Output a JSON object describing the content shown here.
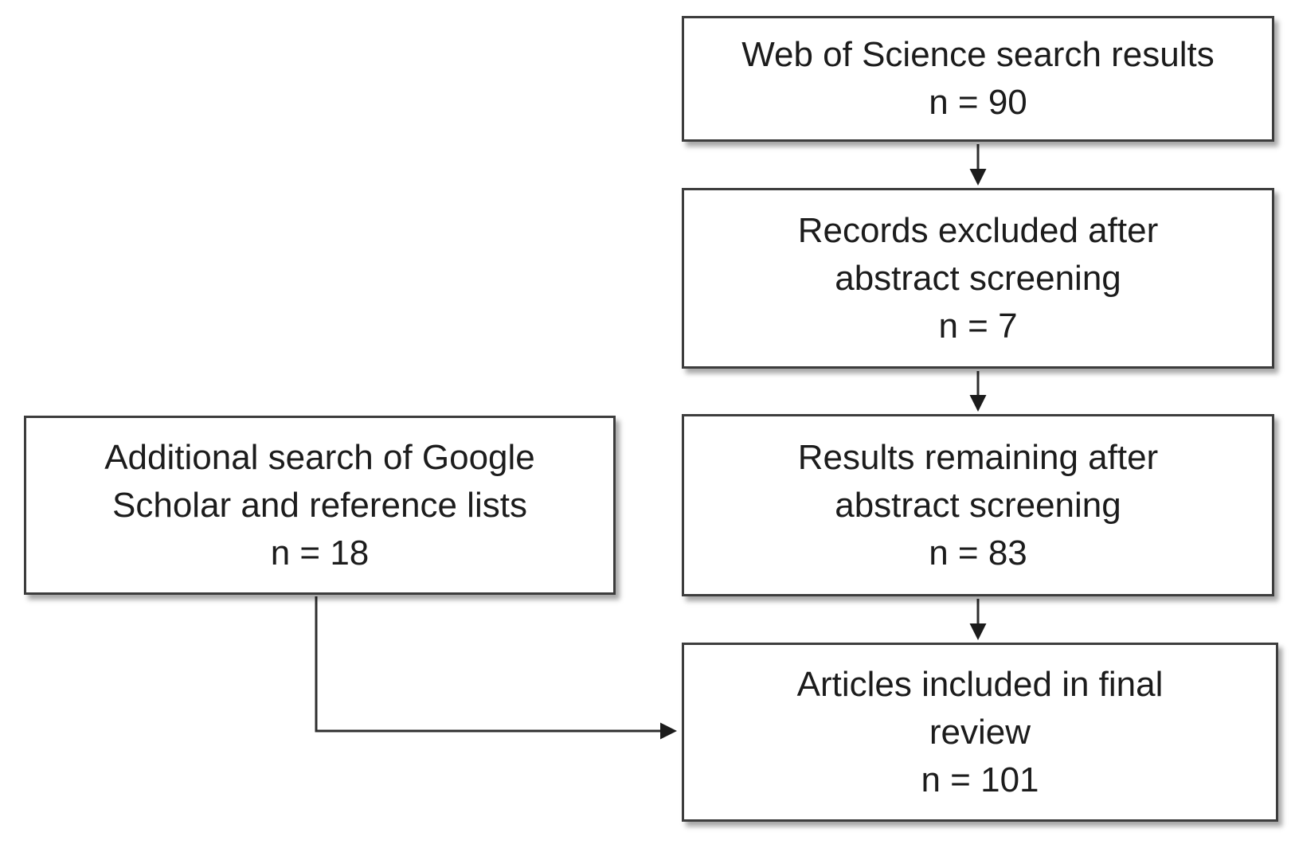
{
  "diagram": {
    "type": "flowchart",
    "boxes": [
      {
        "id": "web-of-science",
        "label": "Web of Science search results",
        "count": "n = 90",
        "n": 90
      },
      {
        "id": "records-excluded",
        "label": "Records excluded after\nabstract screening",
        "count": "n = 7",
        "n": 7
      },
      {
        "id": "results-remaining",
        "label": "Results remaining after\nabstract screening",
        "count": "n = 83",
        "n": 83
      },
      {
        "id": "articles-included",
        "label": "Articles included in final\nreview",
        "count": "n = 101",
        "n": 101
      },
      {
        "id": "additional-search",
        "label": "Additional search of Google\nScholar and reference lists",
        "count": "n = 18",
        "n": 18
      }
    ],
    "connectors": [
      {
        "from": "web-of-science",
        "to": "records-excluded",
        "style": "straight-down-arrow"
      },
      {
        "from": "records-excluded",
        "to": "results-remaining",
        "style": "straight-down-arrow"
      },
      {
        "from": "results-remaining",
        "to": "articles-included",
        "style": "straight-down-arrow"
      },
      {
        "from": "additional-search",
        "to": "articles-included",
        "style": "elbow-right-arrow"
      }
    ],
    "colors": {
      "box_border": "#3d3d3d",
      "text": "#1c1c1c",
      "connector": "#2e2e2e",
      "background": "#ffffff"
    }
  }
}
